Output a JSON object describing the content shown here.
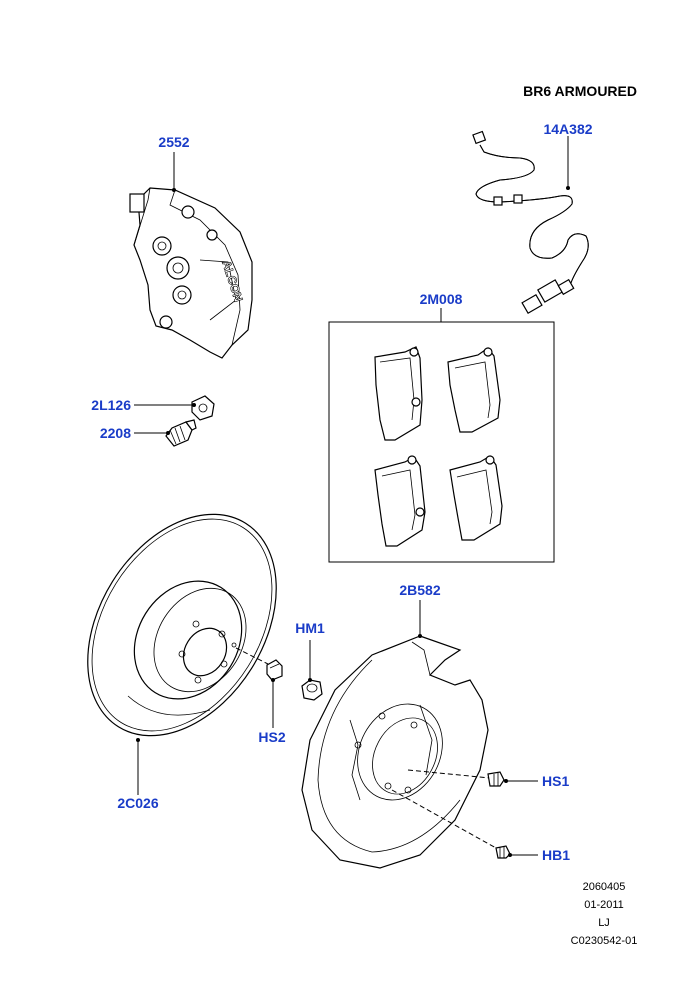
{
  "title": "BR6 ARMOURED",
  "callouts": {
    "caliper": "2552",
    "sensor": "14A382",
    "pads": "2M008",
    "bleed_cap": "2L126",
    "bleed_screw": "2208",
    "disc": "2C026",
    "disc_screw": "HS2",
    "nut": "HM1",
    "backplate": "2B582",
    "backplate_bolt": "HS1",
    "backplate_bolt_lower": "HB1"
  },
  "caliper_brand": "ALCON",
  "footer": {
    "line1": "2060405",
    "line2": "01-2011",
    "line3": "LJ",
    "line4": "C0230542-01"
  },
  "colors": {
    "callout": "#1a3cc8",
    "line": "#000000"
  }
}
